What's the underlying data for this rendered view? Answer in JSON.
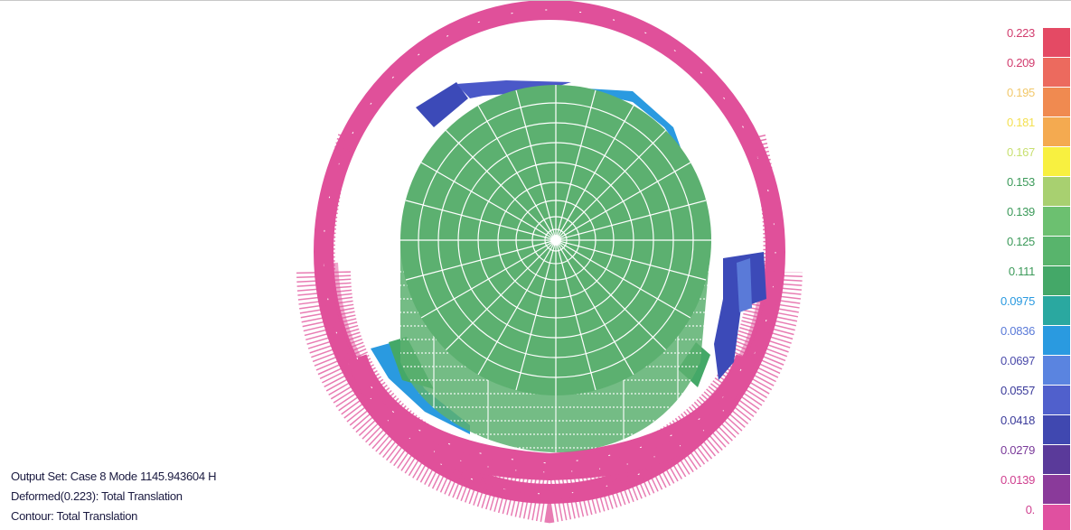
{
  "info": {
    "output_set": "Output Set: Case 8 Mode 1145.943604 H",
    "deformed": "Deformed(0.223): Total Translation",
    "contour": "Contour: Total Translation"
  },
  "legend": [
    {
      "value": "0.223",
      "text_color": "#d23c6e",
      "color": "#e44a64"
    },
    {
      "value": "0.209",
      "text_color": "#d23c6e",
      "color": "#ec6a5e"
    },
    {
      "value": "0.195",
      "text_color": "#f2c86a",
      "color": "#f08a50"
    },
    {
      "value": "0.181",
      "text_color": "#f4e050",
      "color": "#f4aa50"
    },
    {
      "value": "0.167",
      "text_color": "#c8e070",
      "color": "#f8f040"
    },
    {
      "value": "0.153",
      "text_color": "#3c9a5a",
      "color": "#a8d070"
    },
    {
      "value": "0.139",
      "text_color": "#3c9a5a",
      "color": "#6cc070"
    },
    {
      "value": "0.125",
      "text_color": "#3c9a5a",
      "color": "#58b46c"
    },
    {
      "value": "0.111",
      "text_color": "#3c9a5a",
      "color": "#44a868"
    },
    {
      "value": "0.0975",
      "text_color": "#2a9ae0",
      "color": "#2aa8a0"
    },
    {
      "value": "0.0836",
      "text_color": "#5a7ad8",
      "color": "#2a9ae0"
    },
    {
      "value": "0.0697",
      "text_color": "#4a4aaa",
      "color": "#5a84e0"
    },
    {
      "value": "0.0557",
      "text_color": "#3a3a9a",
      "color": "#5060cc"
    },
    {
      "value": "0.0418",
      "text_color": "#3a3a9a",
      "color": "#4048b0"
    },
    {
      "value": "0.0279",
      "text_color": "#7a3a9a",
      "color": "#5a3a9a"
    },
    {
      "value": "0.0139",
      "text_color": "#d04090",
      "color": "#8a3a9a"
    },
    {
      "value": "0.",
      "text_color": "#d04090",
      "color": "#e050a0"
    }
  ],
  "colors": {
    "shell": "#e0509a",
    "disc": "#5cb070",
    "mesh": "#ffffff",
    "blue_dark": "#3c4ab8",
    "blue_light": "#2a9ae0"
  }
}
